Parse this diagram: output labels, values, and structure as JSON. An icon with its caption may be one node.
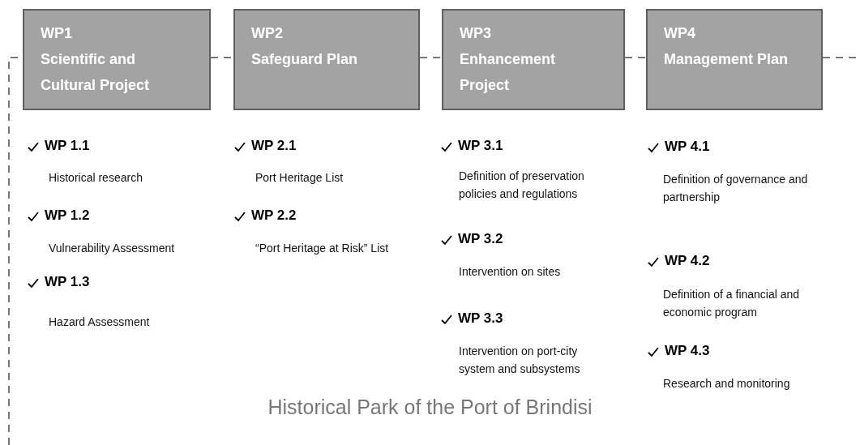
{
  "diagram": {
    "caption": "Historical Park of the Port of Brindisi",
    "nodes": [
      {
        "text": [
          "WP1",
          "Scientific and Cultural Project"
        ]
      },
      {
        "text": [
          "WP2",
          "Safeguard Plan"
        ]
      },
      {
        "text": [
          "WP3",
          "Enhancement Project"
        ]
      },
      {
        "text": [
          "WP4",
          "Management Plan"
        ]
      }
    ],
    "edges": [
      {
        "from": null,
        "to": 0,
        "arrow": "none",
        "style": "dashed"
      },
      {
        "from": 0,
        "to": 1,
        "arrow": "none",
        "style": "dashed"
      },
      {
        "from": 1,
        "to": 2,
        "arrow": "none",
        "style": "dashed"
      },
      {
        "from": 2,
        "to": 3,
        "arrow": "none",
        "style": "dashed"
      },
      {
        "from": 3,
        "to": null,
        "arrow": "none",
        "style": "dashed"
      }
    ],
    "labels": [
      "WP 1.1",
      "Historical research",
      "WP 1.2",
      "Vulnerability Assessment",
      "WP 1.3",
      "Hazard Assessment",
      "WP 2.1",
      "Port Heritage List",
      "WP 2.2",
      "“Port Heritage at Risk” List",
      "WP 3.1",
      "Definition of preservation policies and regulations",
      "WP 3.2",
      "Intervention on sites",
      "WP 3.3",
      "Intervention on port-city system and subsystems",
      "WP 4.1",
      "Definition of governance and partnership",
      "WP 4.2",
      "Definition of a financial and economic program",
      "WP 4.3",
      "Research and monitoring"
    ]
  }
}
